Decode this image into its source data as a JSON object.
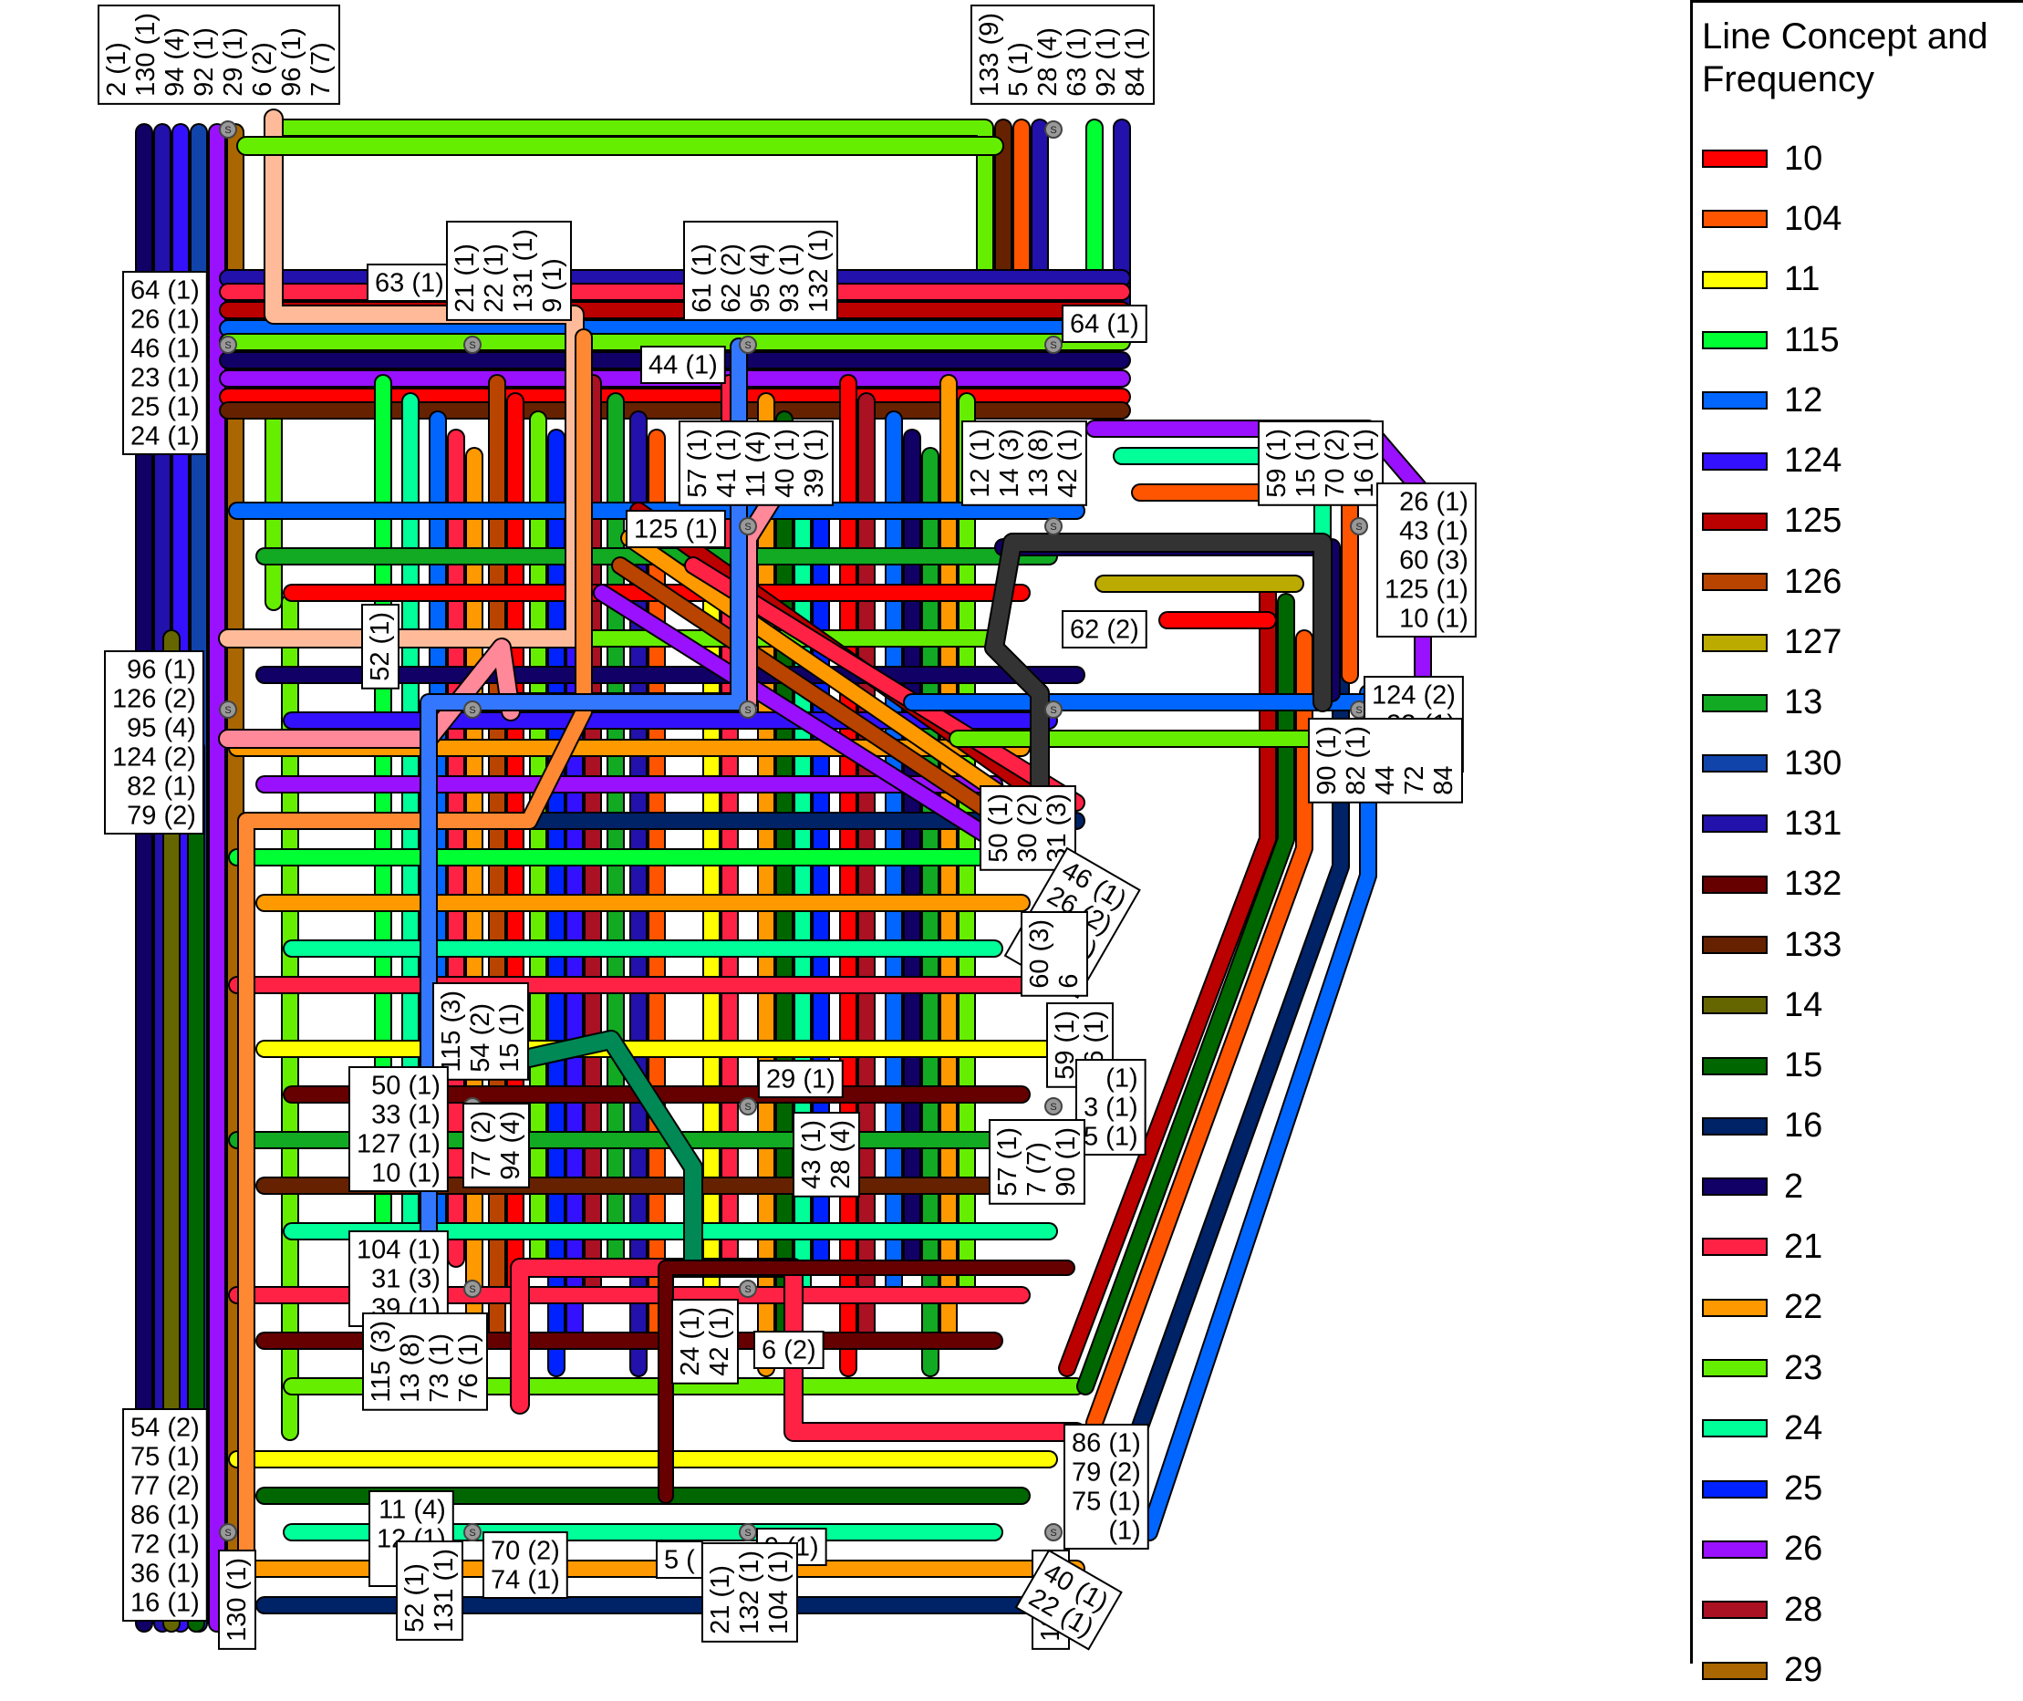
{
  "legend": {
    "title": "Line Concept and Frequency",
    "items": [
      {
        "label": "10",
        "color": "#ff0000"
      },
      {
        "label": "104",
        "color": "#ff5500"
      },
      {
        "label": "11",
        "color": "#ffff00"
      },
      {
        "label": "115",
        "color": "#00ff33"
      },
      {
        "label": "12",
        "color": "#0066ff"
      },
      {
        "label": "124",
        "color": "#3311ff"
      },
      {
        "label": "125",
        "color": "#bb0000"
      },
      {
        "label": "126",
        "color": "#b84400"
      },
      {
        "label": "127",
        "color": "#bbaa00"
      },
      {
        "label": "13",
        "color": "#11aa22"
      },
      {
        "label": "130",
        "color": "#1144aa"
      },
      {
        "label": "131",
        "color": "#2211aa"
      },
      {
        "label": "132",
        "color": "#660000"
      },
      {
        "label": "133",
        "color": "#662200"
      },
      {
        "label": "14",
        "color": "#666600"
      },
      {
        "label": "15",
        "color": "#006600"
      },
      {
        "label": "16",
        "color": "#002266"
      },
      {
        "label": "2",
        "color": "#110066"
      },
      {
        "label": "21",
        "color": "#ff2244"
      },
      {
        "label": "22",
        "color": "#ff9900"
      },
      {
        "label": "23",
        "color": "#66ee00"
      },
      {
        "label": "24",
        "color": "#00ff99"
      },
      {
        "label": "25",
        "color": "#0022ff"
      },
      {
        "label": "26",
        "color": "#9911ff"
      },
      {
        "label": "28",
        "color": "#aa1122"
      },
      {
        "label": "29",
        "color": "#aa6600"
      }
    ]
  },
  "stations": [
    {
      "id": "s-top-left",
      "lines": [
        "2 (1)",
        "130 (1)",
        "94 (4)",
        "92 (1)",
        "29 (1)",
        "6 (2)",
        "96 (1)",
        "7 (7)"
      ]
    },
    {
      "id": "s-top-right",
      "lines": [
        "133 (9)",
        "5 (1)",
        "28 (4)",
        "63 (1)",
        "92 (1)",
        "84 (1)"
      ]
    },
    {
      "id": "s-left-1",
      "lines": [
        "64 (1)",
        "26 (1)",
        "46 (1)",
        "23 (1)",
        "25 (1)",
        "24 (1)"
      ]
    },
    {
      "id": "s-left-2",
      "lines": [
        "63 (1)"
      ]
    },
    {
      "id": "s-mid-1",
      "lines": [
        "21 (1)",
        "22 (1)",
        "131 (1)",
        "9 (1)"
      ]
    },
    {
      "id": "s-mid-2",
      "lines": [
        "61 (1)",
        "62 (2)",
        "95 (4)",
        "93 (1)",
        "132 (1)"
      ]
    },
    {
      "id": "s-right-1",
      "lines": [
        "64 (1)"
      ]
    },
    {
      "id": "s-mid-3",
      "lines": [
        "44 (1)"
      ]
    },
    {
      "id": "s-mid-4",
      "lines": [
        "57 (1)",
        "41 (1)",
        "11 (4)",
        "40 (1)",
        "39 (1)"
      ]
    },
    {
      "id": "s-mid-5",
      "lines": [
        "125 (1)"
      ]
    },
    {
      "id": "s-right-2",
      "lines": [
        "12 (1)",
        "14 (3)",
        "13 (8)",
        "42 (1)"
      ]
    },
    {
      "id": "s-right-3",
      "lines": [
        "59 (1)",
        "15 (1)",
        "70 (2)",
        "16 (1)"
      ]
    },
    {
      "id": "s-far-right-1",
      "lines": [
        "26 (1)",
        "43 (1)",
        "60 (3)",
        "125 (1)",
        "10 (1)"
      ]
    },
    {
      "id": "s-right-4",
      "lines": [
        "62 (2)"
      ]
    },
    {
      "id": "s-left-3",
      "lines": [
        "96 (1)",
        "126 (2)",
        "95 (4)",
        "124 (2)",
        "82 (1)",
        "79 (2)"
      ]
    },
    {
      "id": "s-mid-6",
      "lines": [
        "52 (1)"
      ]
    },
    {
      "id": "s-far-right-2",
      "lines": [
        "124 (2)",
        "33 (1)",
        "23 (1)"
      ]
    },
    {
      "id": "s-far-right-3",
      "lines": [
        "90 (1)",
        "82 (1)",
        "44",
        "72",
        "84"
      ]
    },
    {
      "id": "s-right-5",
      "lines": [
        "50 (1)",
        "30 (2)",
        "31 (3)"
      ]
    },
    {
      "id": "s-right-6",
      "lines": [
        "46 (1)",
        "26 (2)",
        "(1)",
        "(1)"
      ]
    },
    {
      "id": "s-right-7",
      "lines": [
        "60 (3)",
        "6"
      ]
    },
    {
      "id": "s-mid-7",
      "lines": [
        "115 (3)",
        "54 (2)",
        "15 (1)"
      ]
    },
    {
      "id": "s-left-4",
      "lines": [
        "50 (1)",
        "33 (1)",
        "127 (1)",
        "10 (1)"
      ]
    },
    {
      "id": "s-mid-8",
      "lines": [
        "77 (2)",
        "94 (4)"
      ]
    },
    {
      "id": "s-mid-9",
      "lines": [
        "29 (1)"
      ]
    },
    {
      "id": "s-mid-10",
      "lines": [
        "43 (1)",
        "28 (4)"
      ]
    },
    {
      "id": "s-right-8",
      "lines": [
        "59 (1)",
        "36 (1)"
      ]
    },
    {
      "id": "s-right-9",
      "lines": [
        "(1)",
        "3 (1)",
        "5 (1)"
      ]
    },
    {
      "id": "s-right-10",
      "lines": [
        "57 (1)",
        "7 (7)",
        "90 (1)"
      ]
    },
    {
      "id": "s-left-5",
      "lines": [
        "104 (1)",
        "31 (3)",
        "39 (1)"
      ]
    },
    {
      "id": "s-left-6",
      "lines": [
        "115 (3)",
        "13 (8)",
        "73 (1)",
        "76 (1)"
      ]
    },
    {
      "id": "s-mid-11",
      "lines": [
        "24 (1)",
        "42 (1)"
      ]
    },
    {
      "id": "s-mid-12",
      "lines": [
        "6 (2)"
      ]
    },
    {
      "id": "s-bottom-left",
      "lines": [
        "54 (2)",
        "75 (1)",
        "77 (2)",
        "86 (1)",
        "72 (1)",
        "36 (1)",
        "16 (1)"
      ]
    },
    {
      "id": "s-bottom-left-2",
      "lines": [
        "130 (1)"
      ]
    },
    {
      "id": "s-bottom-mid-1",
      "lines": [
        "11 (4)",
        "12 (1)",
        "3"
      ]
    },
    {
      "id": "s-bottom-mid-2",
      "lines": [
        "52 (1)",
        "131 (1)"
      ]
    },
    {
      "id": "s-bottom-mid-3",
      "lines": [
        "70 (2)",
        "74 (1)"
      ]
    },
    {
      "id": "s-bottom-mid-4",
      "lines": [
        "5 ("
      ]
    },
    {
      "id": "s-bottom-mid-5",
      "lines": [
        "9 (1)"
      ]
    },
    {
      "id": "s-bottom-mid-6",
      "lines": [
        "21 (1)",
        "132 (1)",
        "104 (1)"
      ]
    },
    {
      "id": "s-bottom-right-1",
      "lines": [
        "86 (1)",
        "79 (2)",
        "75 (1)",
        "(1)"
      ]
    },
    {
      "id": "s-bottom-right-2",
      "lines": [
        "133 (1)"
      ]
    },
    {
      "id": "s-bottom-right-3",
      "lines": [
        "40 (1)",
        "22 (1)"
      ]
    }
  ],
  "stop_marker": "S"
}
